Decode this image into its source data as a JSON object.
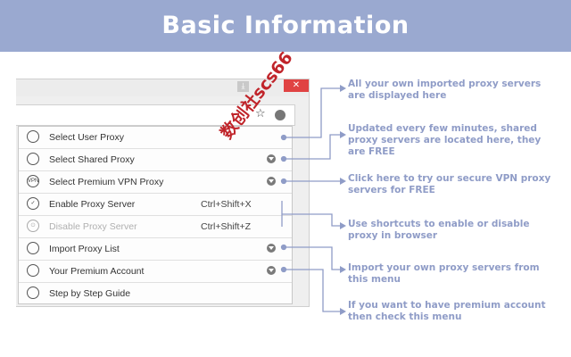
{
  "banner": {
    "title": "Basic Information"
  },
  "window": {
    "minimize_icon": "download-icon",
    "close_icon": "close-icon",
    "star_icon": "star-icon"
  },
  "menu": {
    "items": [
      {
        "label": "Select User Proxy",
        "icon": "user-proxy-icon",
        "icon_text": "",
        "shortcut": "",
        "arrow": false,
        "disabled": false
      },
      {
        "label": "Select Shared Proxy",
        "icon": "wifi-icon",
        "icon_text": "",
        "shortcut": "",
        "arrow": true,
        "disabled": false
      },
      {
        "label": "Select Premium VPN Proxy",
        "icon": "vpn-icon",
        "icon_text": "VPN",
        "shortcut": "",
        "arrow": true,
        "disabled": false
      },
      {
        "label": "Enable Proxy Server",
        "icon": "check-icon",
        "icon_text": "✓",
        "shortcut": "Ctrl+Shift+X",
        "arrow": false,
        "disabled": false
      },
      {
        "label": "Disable Proxy Server",
        "icon": "power-icon",
        "icon_text": "⏻",
        "shortcut": "Ctrl+Shift+Z",
        "arrow": false,
        "disabled": true
      },
      {
        "label": "Import Proxy List",
        "icon": "import-icon",
        "icon_text": "",
        "shortcut": "",
        "arrow": true,
        "disabled": false
      },
      {
        "label": "Your Premium Account",
        "icon": "account-icon",
        "icon_text": "",
        "shortcut": "",
        "arrow": true,
        "disabled": false
      },
      {
        "label": "Step by Step Guide",
        "icon": "guide-icon",
        "icon_text": "",
        "shortcut": "",
        "arrow": false,
        "disabled": false
      }
    ]
  },
  "callouts": [
    "All your own imported proxy servers are displayed here",
    "Updated every few minutes, shared proxy servers are located here, they are FREE",
    "Click here to try our secure VPN proxy servers for FREE",
    "Use shortcuts to enable or disable proxy in browser",
    "Import your own proxy servers from this menu",
    "If you want to have premium account then check this menu"
  ],
  "watermark": {
    "text": "数创社scs66"
  },
  "colors": {
    "banner": "#9aa9d0",
    "callout_text": "#8f9cc7",
    "close": "#e04343",
    "watermark": "#c0242a"
  }
}
